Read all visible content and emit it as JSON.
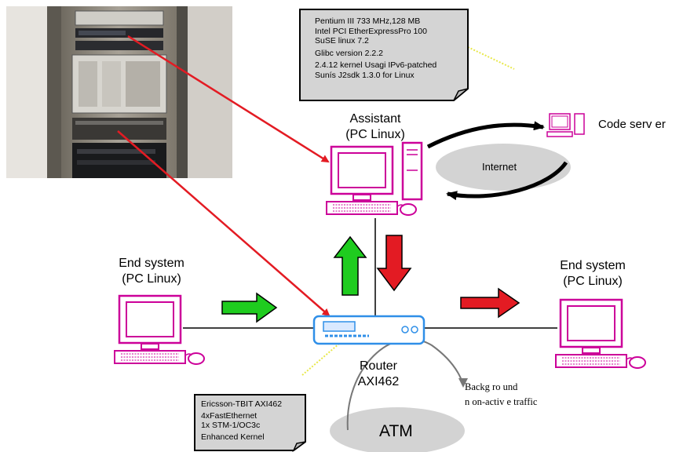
{
  "colors": {
    "pc_outline": "#cc0099",
    "arrow_red": "#e31b23",
    "arrow_green": "#1fcc1f",
    "note_bg": "#d4d4d4",
    "cloud_bg": "#d3d3d3",
    "router_outline": "#2f8fe8"
  },
  "photo": {
    "icon": "equipment-rack-photo"
  },
  "spec_note_top": {
    "lines": [
      "Pentium III 733 MHz,128 MB",
      "Intel PCI EtherExpressPro 100",
      "SuSE linux 7.2",
      "Glibc version 2.2.2",
      "2.4.12 kernel Usagi IPv6-patched",
      "Sunís J2sdk 1.3.0 for Linux"
    ]
  },
  "spec_note_bottom": {
    "lines": [
      "Ericsson-TBIT AXI462",
      "4xFastEthernet",
      "1x STM-1/OC3c",
      "Enhanced Kernel"
    ]
  },
  "assistant": {
    "line1": "Assistant",
    "line2": "(PC Linux)",
    "icon": "desktop-pc-tower-icon"
  },
  "code_server": {
    "label": "Code serv er",
    "icon": "small-pc-icon"
  },
  "internet": {
    "label": "Internet"
  },
  "end_left": {
    "line1": "End system",
    "line2": "(PC Linux)",
    "icon": "desktop-pc-icon"
  },
  "end_right": {
    "line1": "End system",
    "line2": "(PC Linux)",
    "icon": "desktop-pc-icon"
  },
  "router": {
    "line1": "Router",
    "line2": "AXI462",
    "icon": "router-icon"
  },
  "atm": {
    "label": "ATM"
  },
  "background_traffic": {
    "line1": "Backg ro und",
    "line2": "n on-activ e traffic"
  }
}
